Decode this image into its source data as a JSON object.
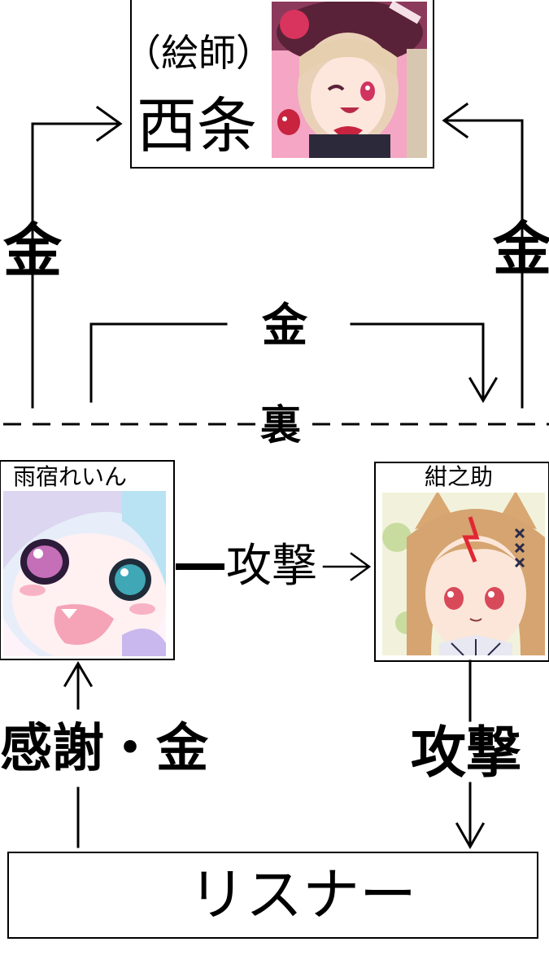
{
  "artist": {
    "role_label": "（絵師）",
    "name": "西条",
    "avatar_icon": "artist-avatar-illustration"
  },
  "vtuber_left": {
    "name": "雨宿れいん",
    "avatar_icon": "amayadori-rein-avatar-illustration"
  },
  "vtuber_right": {
    "name": "紺之助",
    "avatar_icon": "konnosuke-avatar-illustration"
  },
  "listener": {
    "name": "リスナー"
  },
  "labels": {
    "money_left": "金",
    "money_right": "金",
    "money_middle": "金",
    "hidden_divider": "裏",
    "attack_horizontal": "攻撃",
    "thanks_money": "感謝・金",
    "attack_vertical": "攻撃"
  },
  "colors": {
    "line": "#000000",
    "background": "#ffffff"
  }
}
